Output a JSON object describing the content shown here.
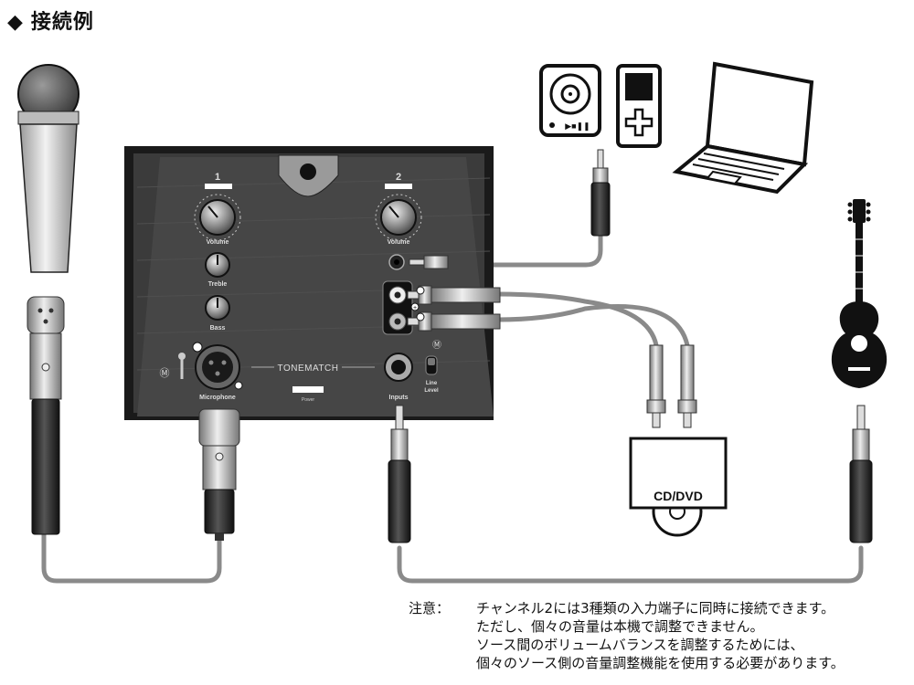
{
  "heading": {
    "symbol": "◆",
    "title": "接続例"
  },
  "panel": {
    "channel1": "1",
    "channel2": "2",
    "volume1": "Volume",
    "volume2": "Volume",
    "treble": "Treble",
    "bass": "Bass",
    "microphone": "Microphone",
    "brand": "TONEMATCH",
    "power": "Power",
    "inputs": "Inputs",
    "line": "Line",
    "level": "Level",
    "plus": "+"
  },
  "devices": {
    "cd_dvd": "CD/DVD"
  },
  "note": {
    "prefix": "注意：",
    "lines": [
      "チャンネル2には3種類の入力端子に同時に接続できます。",
      "ただし、個々の音量は本機で調整できません。",
      "ソース間のボリュームバランスを調整するためには、",
      "個々のソース側の音量調整機能を使用する必要があります。"
    ]
  },
  "colors": {
    "cable": "#8a8a8a",
    "panel": "#3a3a3a",
    "panel_edge": "#1a1a1a",
    "jack_red": "#b03030"
  }
}
